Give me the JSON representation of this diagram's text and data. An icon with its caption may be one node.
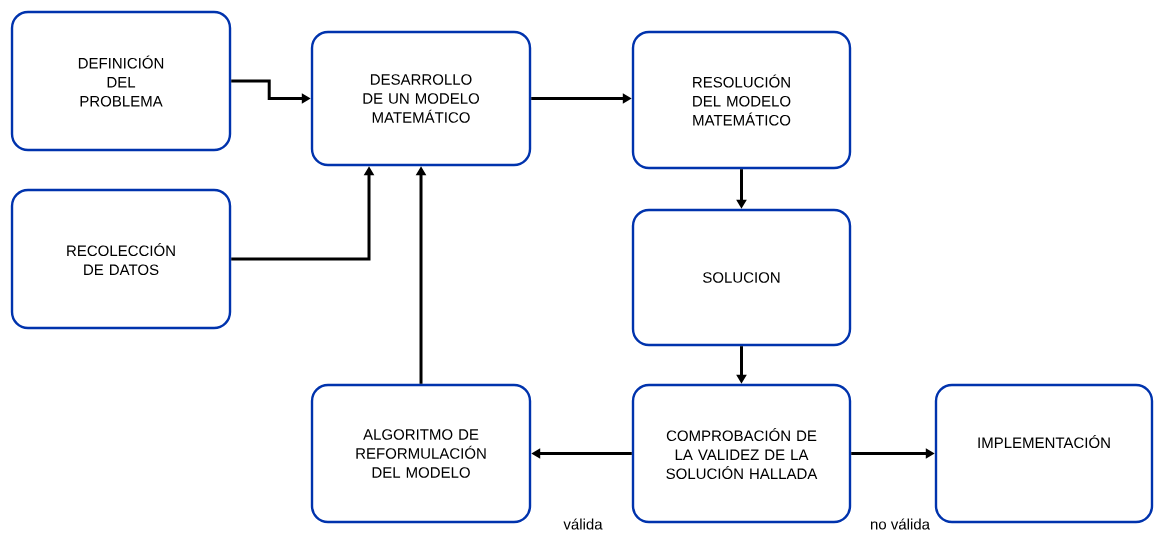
{
  "diagram": {
    "nodes": [
      {
        "text": [
          "DEFINICIÓN DEL PROBLEMA"
        ]
      },
      {
        "text": [
          "RECOLECCIÓN DE DATOS"
        ]
      },
      {
        "text": [
          "DESARROLLO DE UN MODELO MATEMÁTICO"
        ]
      },
      {
        "text": [
          "RESOLUCIÓN DEL MODELO MATEMÁTICO"
        ]
      },
      {
        "text": [
          "SOLUCION"
        ]
      },
      {
        "text": [
          "ALGORITMO DE REFORMULACIÓN DEL MODELO"
        ]
      },
      {
        "text": [
          "COMPROBACIÓN DE LA VALIDEZ DE LA SOLUCIÓN HALLADA"
        ]
      },
      {
        "text": [
          "IMPLEMENTACIÓN"
        ]
      }
    ],
    "edges": [
      {
        "from": 0,
        "to": 2,
        "arrow": "to"
      },
      {
        "from": 1,
        "to": 2,
        "arrow": "to"
      },
      {
        "from": 5,
        "to": 2,
        "arrow": "to"
      },
      {
        "from": 2,
        "to": 3,
        "arrow": "to"
      },
      {
        "from": 3,
        "to": 4,
        "arrow": "to"
      },
      {
        "from": 4,
        "to": 6,
        "arrow": "to"
      },
      {
        "from": 6,
        "to": 5,
        "arrow": "to",
        "label": "válida"
      },
      {
        "from": 6,
        "to": 7,
        "arrow": "to",
        "label": "no válida"
      }
    ]
  }
}
